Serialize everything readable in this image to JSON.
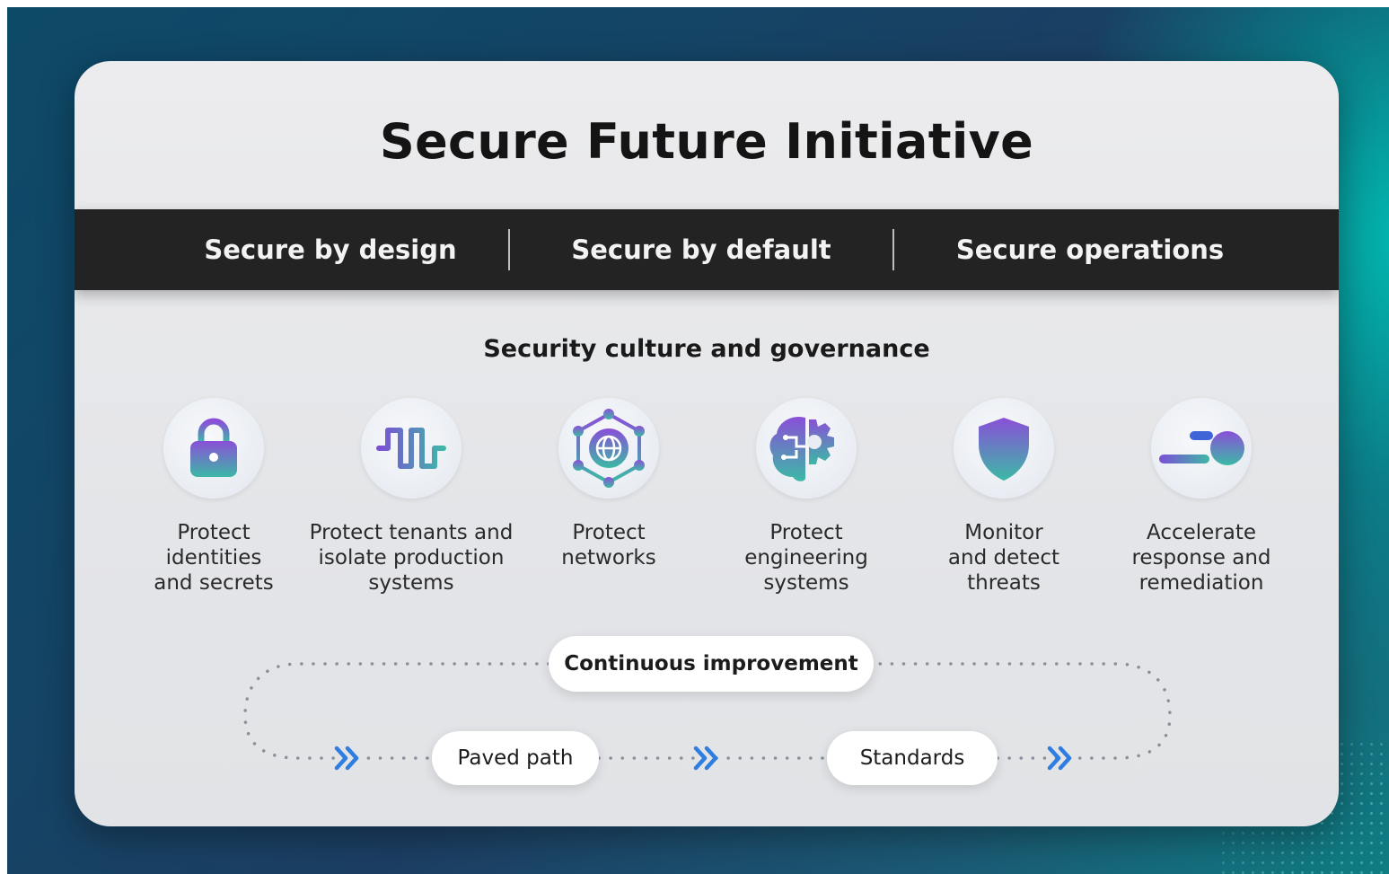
{
  "title": "Secure Future Initiative",
  "principles": [
    "Secure by design",
    "Secure by default",
    "Secure operations"
  ],
  "foundation": "Security culture and governance",
  "pillars": [
    {
      "icon": "lock-icon",
      "label": "Protect\nidentities\nand secrets"
    },
    {
      "icon": "isolation-icon",
      "label": "Protect tenants and\nisolate production\nsystems"
    },
    {
      "icon": "network-globe-icon",
      "label": "Protect\nnetworks"
    },
    {
      "icon": "brain-gear-icon",
      "label": "Protect\nengineering\nsystems"
    },
    {
      "icon": "shield-icon",
      "label": "Monitor\nand detect\nthreats"
    },
    {
      "icon": "accelerate-icon",
      "label": "Accelerate\nresponse and\nremediation"
    }
  ],
  "cycle": {
    "top": "Continuous improvement",
    "steps": [
      "Paved path",
      "Standards"
    ]
  },
  "colors": {
    "band": "#232323",
    "icon_gradient_start": "#7b4fd6",
    "icon_gradient_end": "#3fb7a8",
    "chevron": "#2f7de1",
    "dots": "#8a8f99"
  }
}
